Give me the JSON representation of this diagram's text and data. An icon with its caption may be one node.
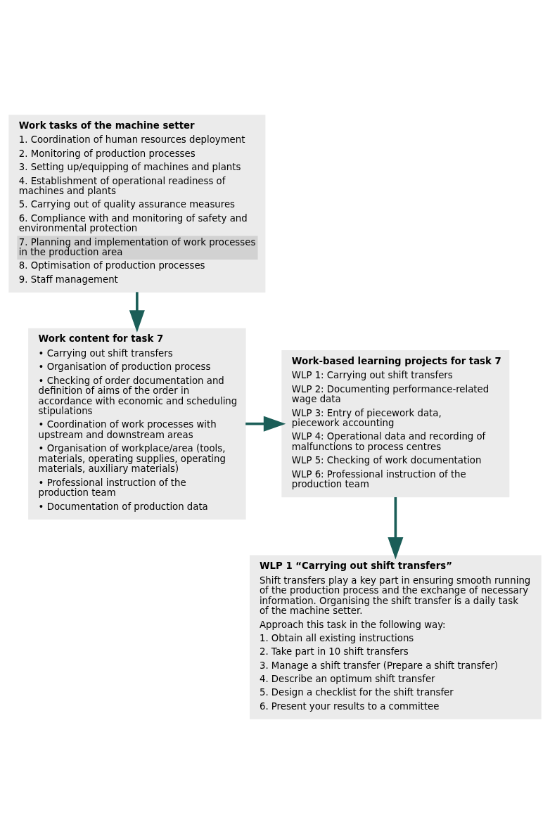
{
  "diagram": {
    "nodes": [
      {
        "text": [
          "Work tasks of the machine setter",
          "1. Coordination of human resources deployment",
          "2. Monitoring of production processes",
          "3. Setting up/equipping of machines and plants",
          "4. Establishment of operational readiness of machines and plants",
          "5. Carrying out of quality assurance measures",
          "6. Compliance with and monitoring of safety and environmental protection",
          "7. Planning and implementation of work processes in the production area",
          "8. Optimisation of production processes",
          "9. Staff management"
        ]
      },
      {
        "text": [
          "Work content for task 7",
          "• Carrying out shift transfers",
          "• Organisation of production process",
          "• Checking of order documentation and definition of aims of the order in accordance with economic and scheduling stipulations",
          "• Coordination of work processes with upstream and downstream areas",
          "• Organisation of workplace/area (tools, materials, operating supplies, operating materials, auxiliary materials)",
          "• Professional instruction of the production team",
          "• Documentation of production data"
        ]
      },
      {
        "text": [
          "Work-based learning projects for task 7",
          "WLP 1: Carrying out shift transfers",
          "WLP 2: Documenting performance-related wage data",
          "WLP 3: Entry of piecework data, piecework accounting",
          "WLP 4: Operational data and recording of malfunctions to process centres",
          "WLP 5: Checking of work documentation",
          "WLP 6: Professional instruction of the production team"
        ]
      },
      {
        "text": [
          "WLP 1 “Carrying out shift transfers”",
          "Shift transfers play a key part in ensuring smooth running of the production process and the exchange of necessary information. Organising the shift transfer is a daily task of the machine setter.",
          "Approach this task in the following way:",
          "1. Obtain all existing instructions",
          "2. Take part in 10 shift transfers",
          "3. Manage a shift transfer (Prepare a shift transfer)",
          "4. Describe an optimum shift transfer",
          "5. Design a checklist for the shift transfer",
          "6. Present your results to a committee"
        ]
      }
    ],
    "edges": [
      {
        "from": 0,
        "to": 1,
        "arrow": "to"
      },
      {
        "from": 1,
        "to": 2,
        "arrow": "to"
      },
      {
        "from": 2,
        "to": 3,
        "arrow": "to"
      }
    ]
  }
}
